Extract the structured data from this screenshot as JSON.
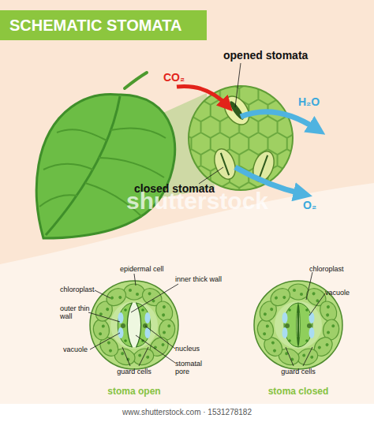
{
  "diagram": {
    "title": "SCHEMATIC STOMATA",
    "nodes": [
      {
        "text": [
          "stoma open"
        ]
      },
      {
        "text": [
          "stoma closed"
        ]
      }
    ],
    "labels": [
      "opened stomata",
      "CO₂",
      "H₂O",
      "closed stomata",
      "O₂",
      "epidermal cell",
      "inner thick wall",
      "chloroplast",
      "outer thin wall",
      "vacuole",
      "nucleus",
      "guard cells",
      "stomatal pore",
      "chloroplast",
      "vacuole",
      "guard cells",
      "shutterstock",
      "www.shutterstock.com · 1531278182"
    ]
  }
}
